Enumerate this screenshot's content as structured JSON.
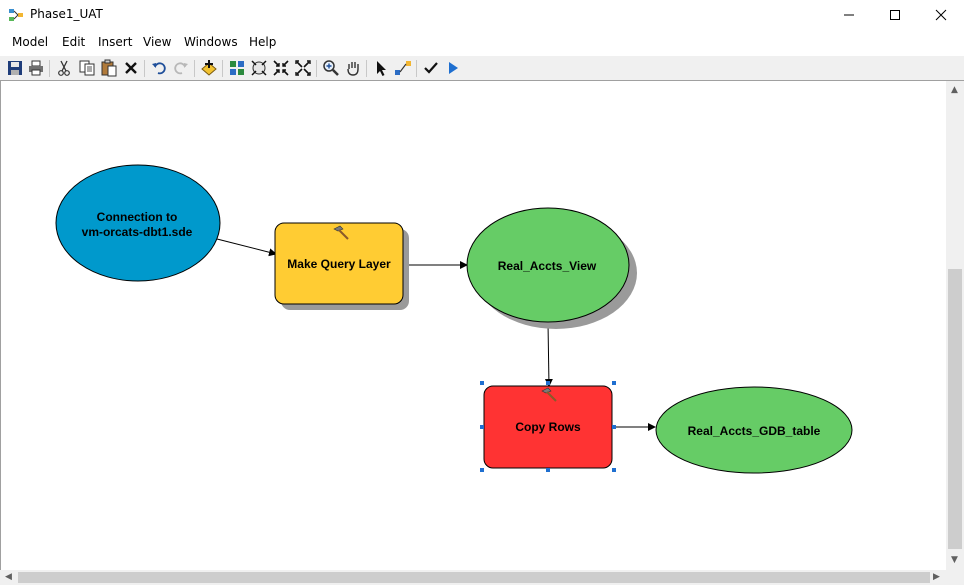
{
  "window": {
    "title": "Phase1_UAT"
  },
  "menu": [
    "Model",
    "Edit",
    "Insert",
    "View",
    "Windows",
    "Help"
  ],
  "toolbar": {
    "groups": [
      [
        "save-icon",
        "print-icon"
      ],
      [
        "cut-icon",
        "copy-icon",
        "paste-icon",
        "delete-icon"
      ],
      [
        "undo-icon",
        "redo-icon"
      ],
      [
        "add-data-icon"
      ],
      [
        "auto-layout-icon",
        "full-extent-icon",
        "fixed-zoom-in-icon",
        "fixed-zoom-out-icon"
      ],
      [
        "zoom-in-icon",
        "pan-icon"
      ],
      [
        "select-icon",
        "connect-icon"
      ],
      [
        "validate-icon",
        "run-icon"
      ]
    ]
  },
  "diagram": {
    "nodes": {
      "connection": {
        "label_line1": "Connection to",
        "label_line2": "vm-orcats-dbt1.sde",
        "fill": "#0099cc"
      },
      "make_query_layer": {
        "label": "Make Query Layer",
        "fill": "#ffcc33"
      },
      "real_accts_view": {
        "label": "Real_Accts_View",
        "fill": "#66cc66"
      },
      "copy_rows": {
        "label": "Copy Rows",
        "fill": "#ff3333"
      },
      "real_accts_gdb_table": {
        "label": "Real_Accts_GDB_table",
        "fill": "#66cc66"
      }
    }
  }
}
